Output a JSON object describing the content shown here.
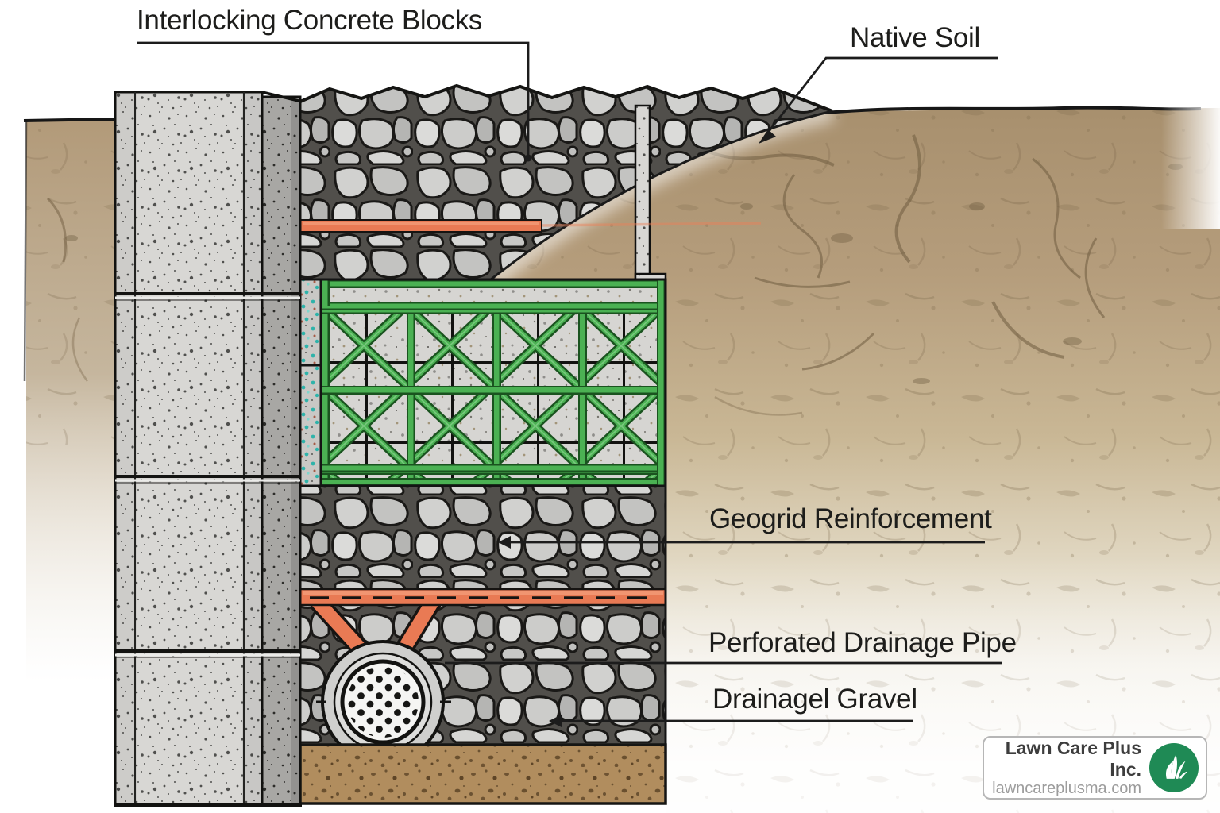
{
  "diagram": {
    "labels": {
      "blocks": "Interlocking Concrete Blocks",
      "native_soil": "Native Soil",
      "geogrid": "Geogrid Reinforcement",
      "drainage_pipe": "Perforated Drainage Pipe",
      "drainage_gravel": "Drainagel Gravel"
    },
    "colors": {
      "geogrid_green": "#4bb153",
      "drainage_orange": "#e97a54",
      "native_soil_tan": "#b49c7b",
      "concrete_gray": "#d8d7d4",
      "gravel_gray": "#c6c6c4",
      "sand_base_brown": "#b18d5e",
      "drain_board_teal": "#2fb3aa"
    }
  },
  "branding": {
    "company": "Lawn Care Plus Inc.",
    "website": "lawncareplusma.com",
    "logo_icon": "grass-icon",
    "logo_color": "#1f8a55"
  }
}
